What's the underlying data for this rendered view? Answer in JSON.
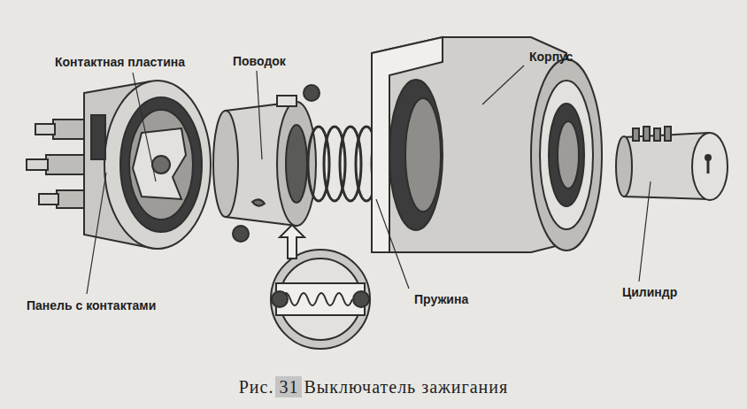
{
  "diagram": {
    "caption": "Рис. 31 Выключатель зажигания",
    "labels": [
      "Контактная пластина",
      "Поводок",
      "Корпус",
      "Панель с контактами",
      "Пружина",
      "Цилиндр"
    ]
  }
}
